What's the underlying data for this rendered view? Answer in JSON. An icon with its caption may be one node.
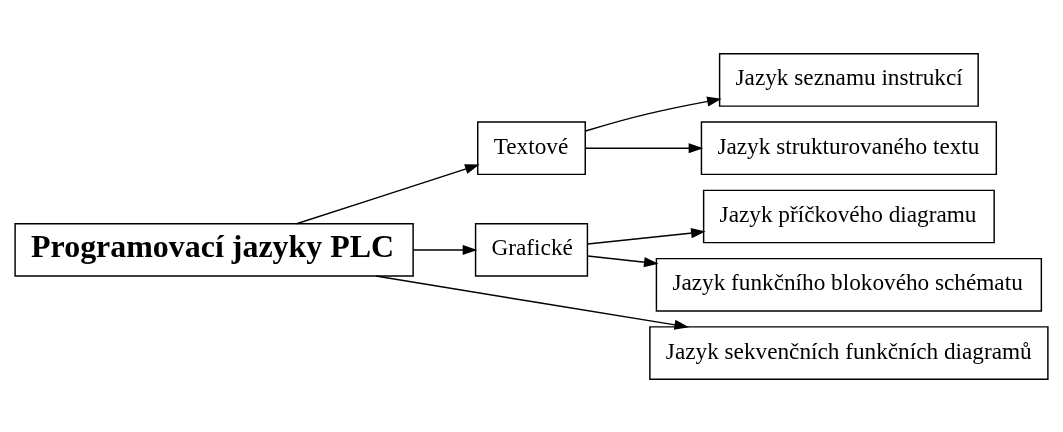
{
  "diagram": {
    "nodes": [
      {
        "text": [
          "Programovací jazyky PLC"
        ]
      },
      {
        "text": [
          "Textové"
        ]
      },
      {
        "text": [
          "Grafické"
        ]
      },
      {
        "text": [
          "Jazyk seznamu instrukcí"
        ]
      },
      {
        "text": [
          "Jazyk strukturovaného textu"
        ]
      },
      {
        "text": [
          "Jazyk příčkového diagramu"
        ]
      },
      {
        "text": [
          "Jazyk funkčního blokového schématu"
        ]
      },
      {
        "text": [
          "Jazyk sekvenčních funkčních diagramů"
        ]
      }
    ],
    "edges": [
      {
        "from": 0,
        "to": 1,
        "arrow": "to"
      },
      {
        "from": 0,
        "to": 2,
        "arrow": "to"
      },
      {
        "from": 0,
        "to": 7,
        "arrow": "to"
      },
      {
        "from": 1,
        "to": 3,
        "arrow": "to"
      },
      {
        "from": 1,
        "to": 4,
        "arrow": "to"
      },
      {
        "from": 2,
        "to": 5,
        "arrow": "to"
      },
      {
        "from": 2,
        "to": 6,
        "arrow": "to"
      }
    ]
  }
}
